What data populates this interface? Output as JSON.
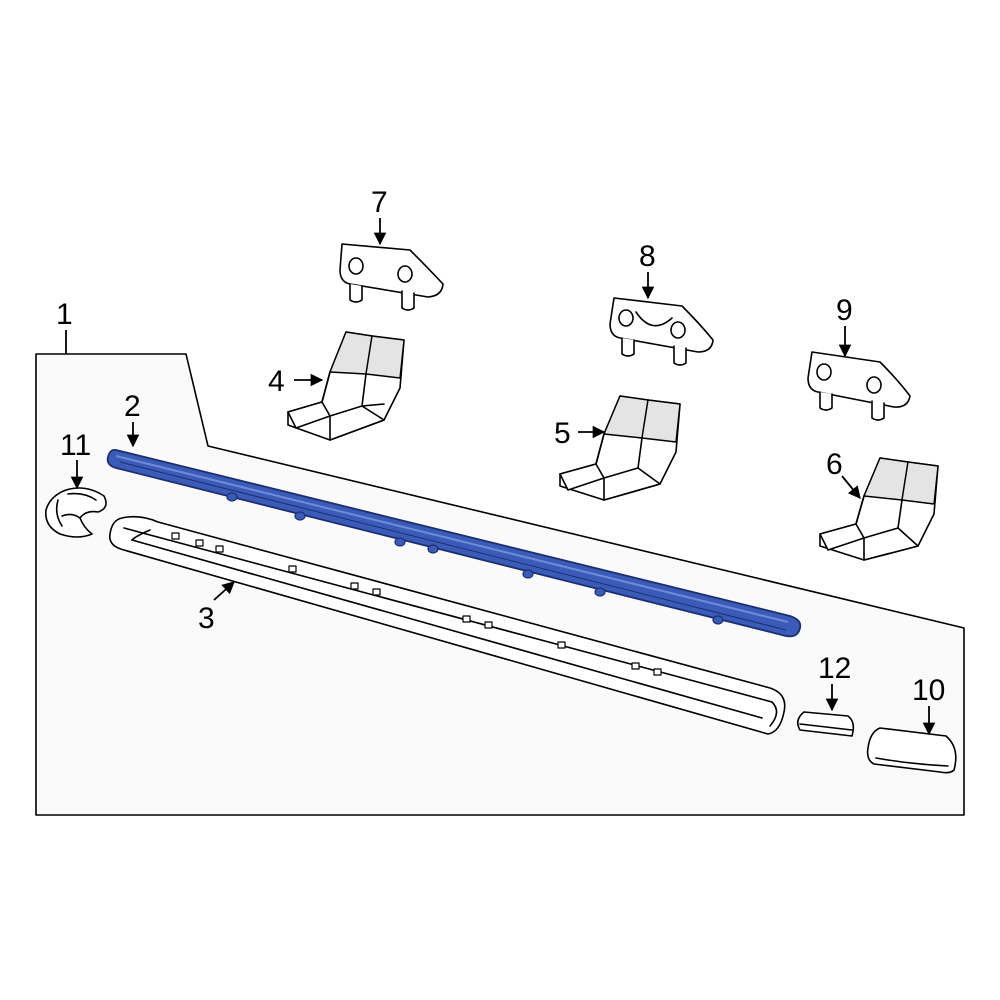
{
  "callouts": {
    "c1": "1",
    "c2": "2",
    "c3": "3",
    "c4": "4",
    "c5": "5",
    "c6": "6",
    "c7": "7",
    "c8": "8",
    "c9": "9",
    "c10": "10",
    "c11": "11",
    "c12": "12"
  },
  "colors": {
    "highlight": "#3a5bb8",
    "highlight_stroke": "#1d2f6e",
    "panel_bg": "#fafafa",
    "line": "#000000"
  }
}
